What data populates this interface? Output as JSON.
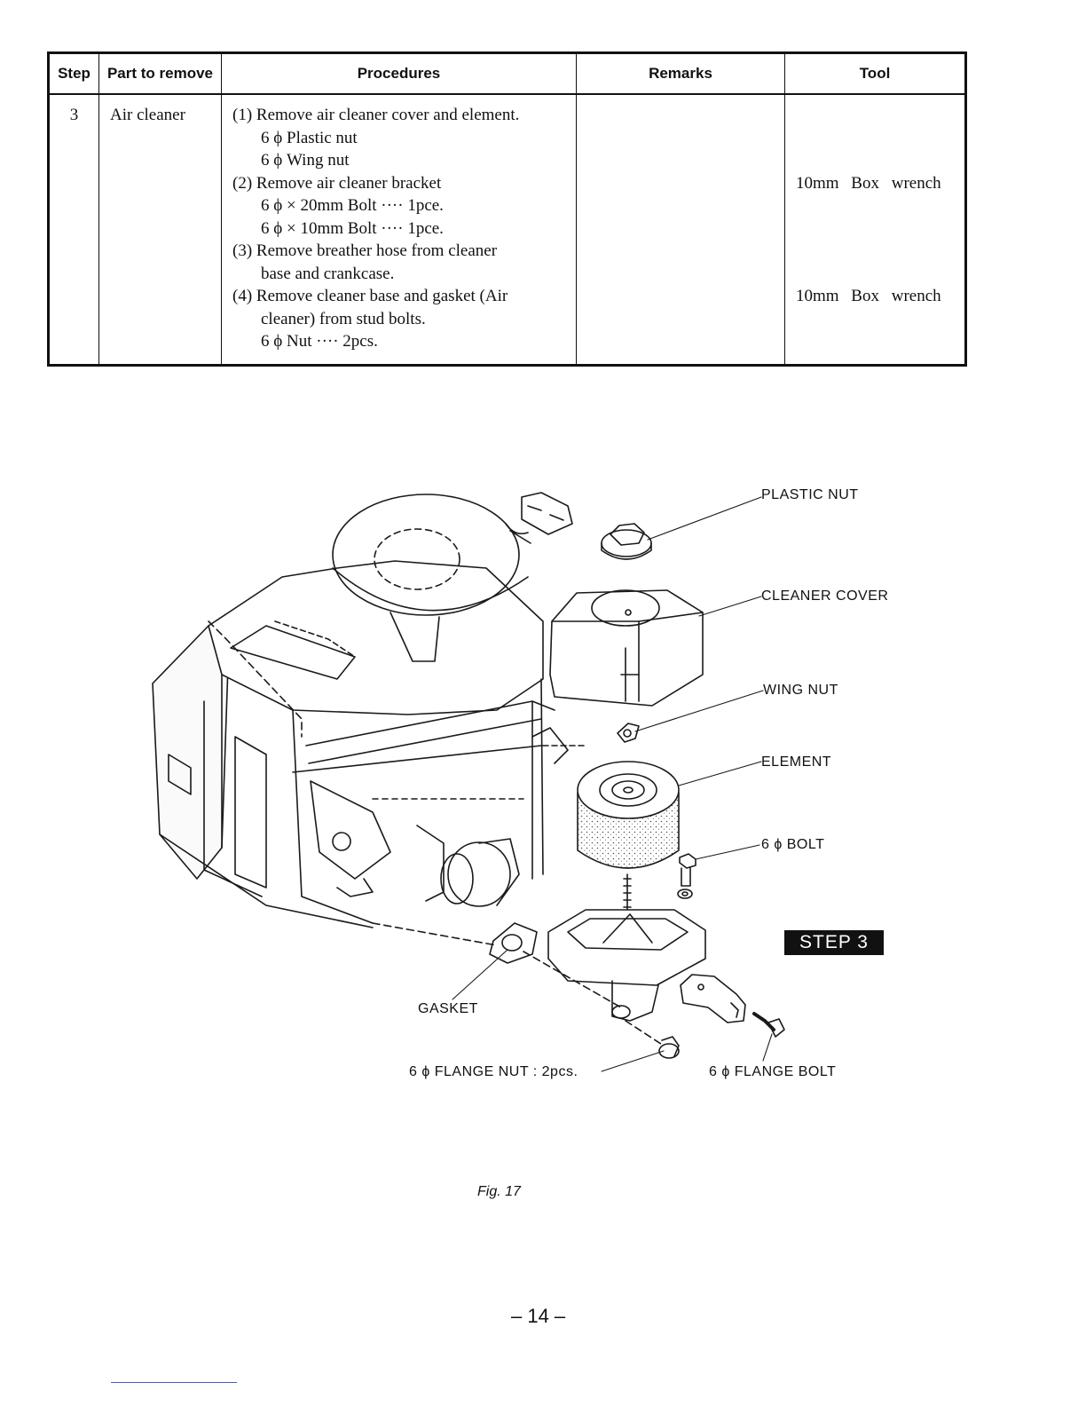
{
  "table": {
    "headers": {
      "step": "Step",
      "part": "Part to remove",
      "procedures": "Procedures",
      "remarks": "Remarks",
      "tool": "Tool"
    },
    "row": {
      "step": "3",
      "part": "Air cleaner",
      "procedures": [
        "(1) Remove air cleaner cover and element.",
        "6 ϕ Plastic nut",
        "6 ϕ Wing nut",
        "(2) Remove air cleaner bracket",
        "6 ϕ × 20mm Bolt ···· 1pce.",
        "6 ϕ × 10mm Bolt ···· 1pce.",
        "(3) Remove breather hose from cleaner",
        "base and crankcase.",
        "(4) Remove cleaner base and gasket (Air",
        "cleaner) from stud bolts.",
        "6 ϕ Nut ···· 2pcs."
      ],
      "remarks": "",
      "tools": [
        "",
        "",
        "",
        "10mm Box wrench",
        "",
        "",
        "",
        "",
        "10mm Box wrench",
        "",
        ""
      ]
    }
  },
  "figure": {
    "labels": {
      "plastic_nut": "PLASTIC NUT",
      "cleaner_cover": "CLEANER COVER",
      "wing_nut": "WING NUT",
      "element": "ELEMENT",
      "bolt": "6 ϕ BOLT",
      "gasket": "GASKET",
      "flange_nut": "6 ϕ FLANGE NUT : 2pcs.",
      "flange_bolt": "6 ϕ FLANGE BOLT"
    },
    "step_badge": "STEP 3",
    "caption": "Fig. 17"
  },
  "page_number": "– 14 –"
}
